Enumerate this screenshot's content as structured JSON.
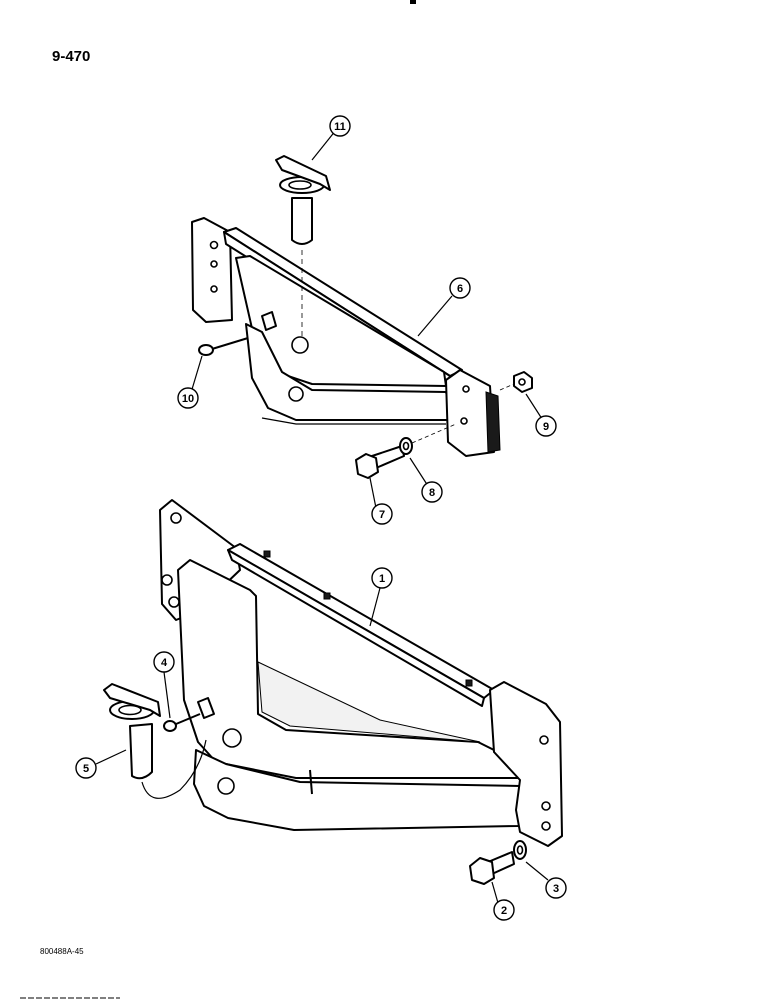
{
  "page": {
    "page_number": "9-470",
    "drawing_code": "800488A-45"
  },
  "callouts": [
    {
      "id": "c1",
      "label": "1"
    },
    {
      "id": "c2",
      "label": "2"
    },
    {
      "id": "c3",
      "label": "3"
    },
    {
      "id": "c4",
      "label": "4"
    },
    {
      "id": "c5",
      "label": "5"
    },
    {
      "id": "c6",
      "label": "6"
    },
    {
      "id": "c7",
      "label": "7"
    },
    {
      "id": "c8",
      "label": "8"
    },
    {
      "id": "c9",
      "label": "9"
    },
    {
      "id": "c10",
      "label": "10"
    },
    {
      "id": "c11",
      "label": "11"
    }
  ],
  "parts": {
    "upper_assembly": [
      "bracket",
      "pin",
      "snap-ring",
      "bolt",
      "washer",
      "nut"
    ],
    "lower_assembly": [
      "bracket",
      "pin",
      "snap-ring",
      "bolt",
      "washer"
    ]
  }
}
